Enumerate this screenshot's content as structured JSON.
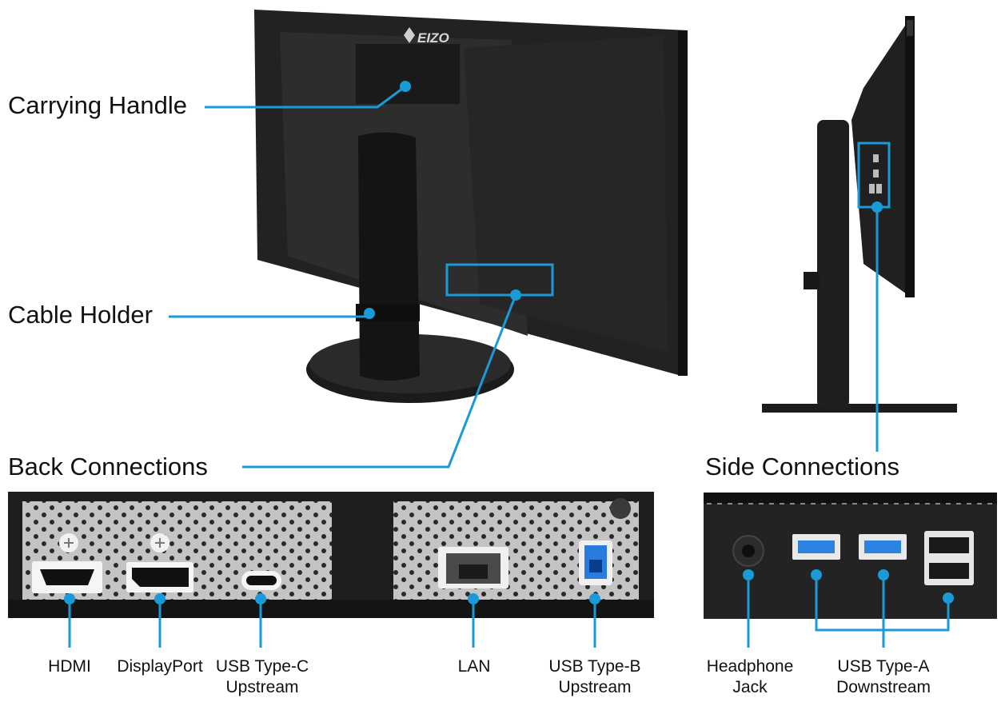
{
  "brand": {
    "logo_text": "EIZO"
  },
  "colors": {
    "callout": "#1a9ad6",
    "monitor": "#1c1c1c",
    "panel_face": "#c9c9c9"
  },
  "callouts": {
    "carrying_handle": "Carrying Handle",
    "cable_holder": "Cable Holder",
    "back_connections": "Back Connections",
    "side_connections": "Side Connections"
  },
  "back_ports": [
    {
      "id": "hdmi",
      "line1": "HDMI",
      "line2": ""
    },
    {
      "id": "displayport",
      "line1": "DisplayPort",
      "line2": ""
    },
    {
      "id": "usb-c",
      "line1": "USB Type-C",
      "line2": "Upstream"
    },
    {
      "id": "lan",
      "line1": "LAN",
      "line2": ""
    },
    {
      "id": "usb-b",
      "line1": "USB Type-B",
      "line2": "Upstream"
    }
  ],
  "side_ports": [
    {
      "id": "headphone",
      "line1": "Headphone",
      "line2": "Jack"
    },
    {
      "id": "usb-a",
      "line1": "USB Type-A",
      "line2": "Downstream"
    }
  ]
}
